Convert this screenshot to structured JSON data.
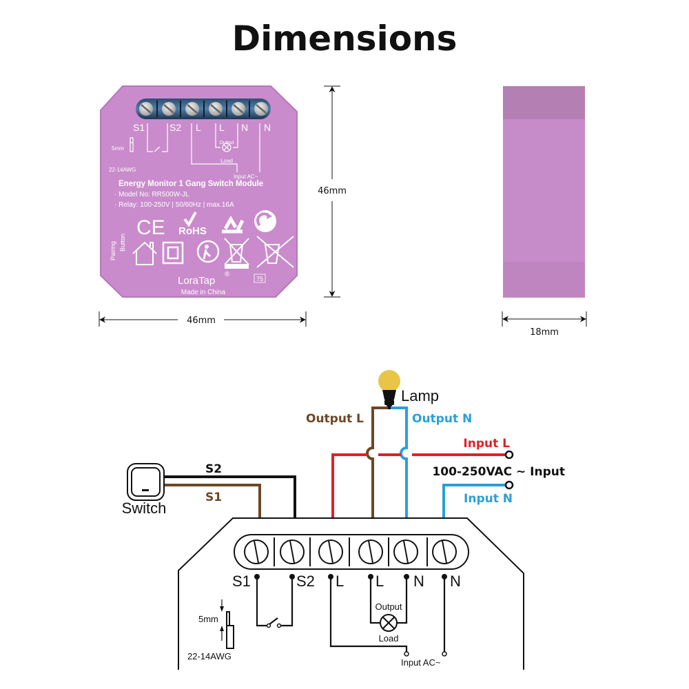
{
  "title": "Dimensions",
  "colors": {
    "module_body": "#c98bcc",
    "module_side_dark": "#b47fb3",
    "wire_red": "#e02027",
    "wire_brown": "#6b4826",
    "wire_blue": "#2a9fd8",
    "wire_black": "#111111",
    "lamp_yellow": "#e8c547"
  },
  "front_view": {
    "terminals": [
      "S1",
      "S2",
      "L",
      "L",
      "N",
      "N"
    ],
    "wire_spec_strip": "5mm",
    "wire_spec_gauge": "22-14AWG",
    "load_top_label": "Output",
    "load_bottom_label": "Load",
    "input_label": "Input AC~",
    "product_name": "Energy Monitor 1 Gang Switch Module",
    "model_line": "· Model No: RR500W-JL",
    "relay_line": "· Relay: 100-250V | 50/60Hz | max.16A",
    "pairing_label_1": "Pairing",
    "pairing_label_2": "Button",
    "cert_ce": "CE",
    "cert_rohs": "RoHS",
    "brand": "LoraTap",
    "brand_mark": "®",
    "temp_rating": "75",
    "origin": "Made in China"
  },
  "dimensions": {
    "width": "46mm",
    "height": "46mm",
    "depth": "18mm"
  },
  "wiring": {
    "lamp_label": "Lamp",
    "output_l": "Output L",
    "output_n": "Output N",
    "input_l": "Input L",
    "input_voltage": "100-250VAC ~ Input",
    "input_n": "Input N",
    "switch_label": "Switch",
    "wire_s2": "S2",
    "wire_s1": "S1",
    "terminals": [
      "S1",
      "S2",
      "L",
      "L",
      "N",
      "N"
    ],
    "wire_spec_strip": "5mm",
    "wire_spec_gauge": "22-14AWG",
    "load_top_label": "Output",
    "load_bottom_label": "Load",
    "input_label": "Input AC~"
  }
}
